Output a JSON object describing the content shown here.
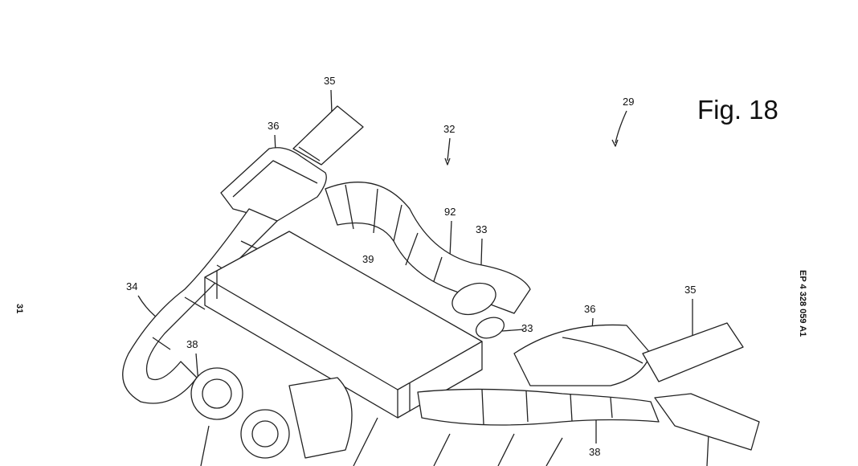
{
  "figure_title": "Fig. 18",
  "page_number": "31",
  "publication_number": "EP 4 328 059 A1",
  "reference_numerals": {
    "n35_top": "35",
    "n36_top": "36",
    "n32": "32",
    "n29": "29",
    "n92": "92",
    "n33_upper": "33",
    "n39": "39",
    "n34": "34",
    "n35_right": "35",
    "n36_right": "36",
    "n33_lower": "33",
    "n38_left": "38",
    "n38_right": "38"
  }
}
